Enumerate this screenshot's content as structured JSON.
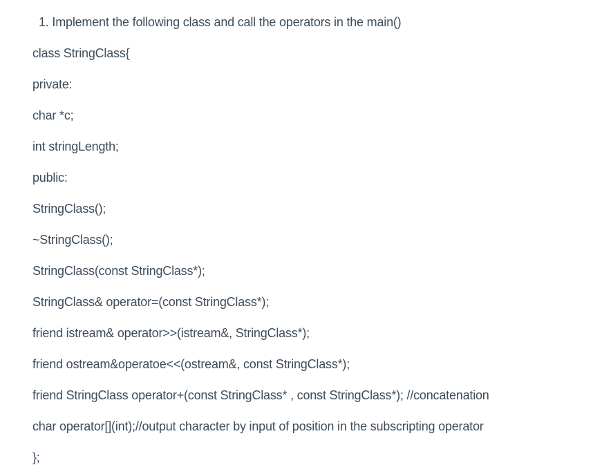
{
  "colors": {
    "background": "#ffffff",
    "text": "#3e4d5b"
  },
  "document": {
    "prompt": "1. Implement the following class and call the operators in the main()",
    "code_lines": [
      "class StringClass{",
      "private:",
      "char *c;",
      "int stringLength;",
      "public:",
      "StringClass();",
      "~StringClass();",
      "StringClass(const StringClass*);",
      "StringClass& operator=(const StringClass*);",
      "friend istream& operator>>(istream&, StringClass*);",
      "friend ostream&operatoe<<(ostream&, const StringClass*);",
      "friend StringClass operator+(const StringClass* , const StringClass*); //concatenation",
      "char operator[](int);//output character by input of position in the subscripting operator",
      "};"
    ]
  }
}
